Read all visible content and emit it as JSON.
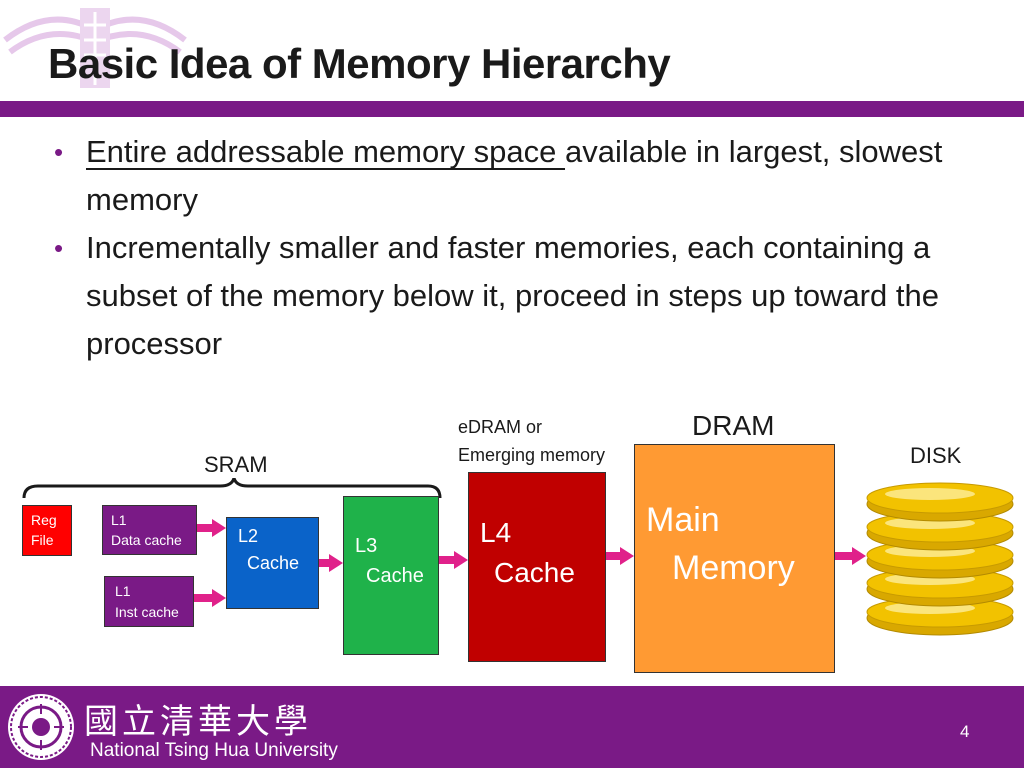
{
  "slide": {
    "title": "Basic Idea of Memory Hierarchy",
    "page_number": "4"
  },
  "bullets": [
    {
      "underlined": "Entire addressable memory space ",
      "rest": "available in largest, slowest memory"
    },
    {
      "underlined": "",
      "rest": "Incrementally smaller and faster memories, each containing a subset of the memory below it, proceed in steps up toward the processor"
    }
  ],
  "diagram": {
    "sram_label": "SRAM",
    "edram_label_line1": "eDRAM or",
    "edram_label_line2": "Emerging memory",
    "dram_label": "DRAM",
    "disk_label": "DISK",
    "reg_line1": "Reg",
    "reg_line2": "File",
    "l1d_line1": "L1",
    "l1d_line2": "Data cache",
    "l1i_line1": "L1",
    "l1i_line2": "Inst cache",
    "l2_line1": "L2",
    "l2_line2": "Cache",
    "l3_line1": "L3",
    "l3_line2": "Cache",
    "l4_line1": "L4",
    "l4_line2": "Cache",
    "main_line1": "Main",
    "main_line2": "Memory",
    "colors": {
      "reg": "#ff0000",
      "l1": "#7a1a86",
      "l2": "#0a63c9",
      "l3": "#1fb24a",
      "l4": "#c00000",
      "main": "#ff9a33",
      "disk": "#f2c200",
      "arrow": "#e0218a"
    }
  },
  "footer": {
    "university_cn": "國立清華大學",
    "university_en": "National Tsing Hua University"
  }
}
